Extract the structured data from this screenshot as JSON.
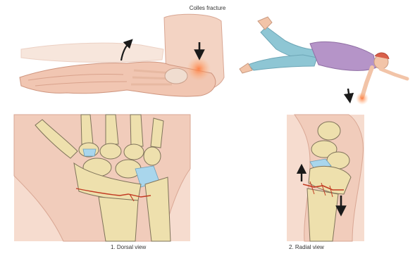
{
  "figure": {
    "title": "Colles fracture",
    "panels": [
      {
        "caption": "1. Dorsal view"
      },
      {
        "caption": "2. Radial view"
      }
    ]
  },
  "colors": {
    "skin": "#f4d7c8",
    "skin_edge": "#dba996",
    "bone": "#eee0ad",
    "bone_edge": "#7f735a",
    "cartilage": "#a9d6ec",
    "fracture_red": "#c23b22",
    "injury_glow": "#f6a46c",
    "arrow": "#1a1a1a",
    "shirt": "#b594c8",
    "pants": "#8ec6d4"
  }
}
